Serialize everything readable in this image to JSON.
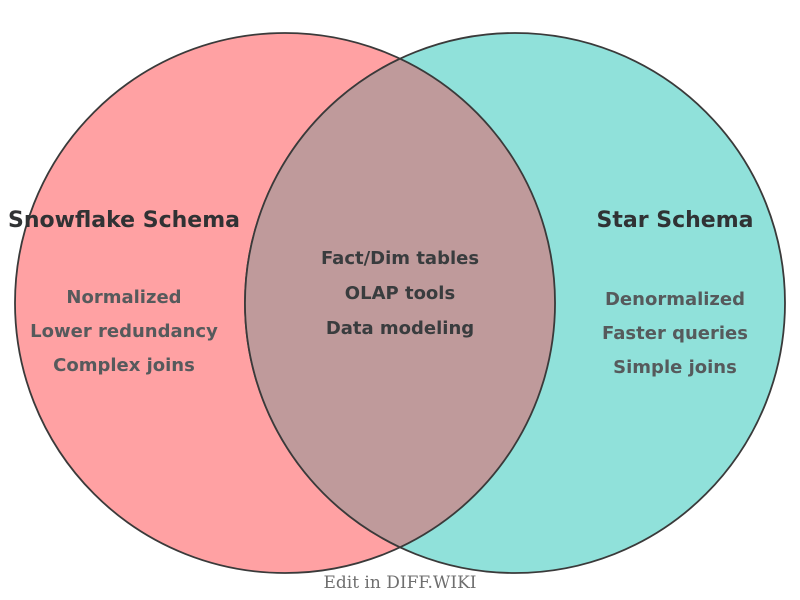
{
  "diagram": {
    "type": "venn",
    "left_set": {
      "title": "Snowflake Schema",
      "items": [
        "Normalized",
        "Lower redundancy",
        "Complex joins"
      ]
    },
    "right_set": {
      "title": "Star Schema",
      "items": [
        "Denormalized",
        "Faster queries",
        "Simple joins"
      ]
    },
    "overlap_set": {
      "items": [
        "Fact/Dim tables",
        "OLAP tools",
        "Data modeling"
      ]
    },
    "footer": "Edit in DIFF.WIKI",
    "colors": {
      "left_fill": "#ffa1a3",
      "right_fill": "#90e1da",
      "overlap_fill": "#bf9a9b",
      "outline": "#3a3a3a"
    }
  }
}
